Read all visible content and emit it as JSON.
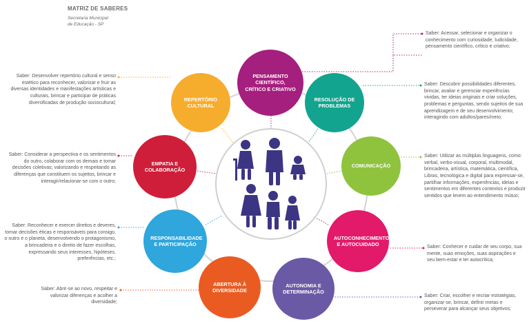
{
  "header": {
    "title": "MATRIZ DE SABERES",
    "subtitle_line1": "Secretaria Municipal",
    "subtitle_line2": "de Educação - SP"
  },
  "colors": {
    "pensamento": "#a51f7e",
    "resolucao": "#12a48f",
    "comunicacao": "#8fc33d",
    "autoconhecimento": "#e3196a",
    "autonomia": "#6a5aa6",
    "abertura": "#ea5b22",
    "responsabilidade": "#2fa6dc",
    "empatia": "#cf1e3a",
    "repertorio": "#f6ac2d",
    "ring": "#d3d3d3",
    "figures": "#3c3584"
  },
  "nodes": {
    "pensamento": "PENSAMENTO CIENTÍFICO, CRÍTICO E CRIATIVO",
    "resolucao": "RESOLUÇÃO DE PROBLEMAS",
    "comunicacao": "COMUNICAÇÃO",
    "autoconhecimento": "AUTOCONHECIMENTO E AUTOCUIDADO",
    "autonomia": "AUTONOMIA E DETERMINAÇÃO",
    "abertura": "ABERTURA À DIVERSIDADE",
    "responsabilidade": "RESPONSABILIDADE E PARTICIPAÇÃO",
    "empatia": "EMPATIA E COLABORAÇÃO",
    "repertorio": "REPERTÓRIO CULTURAL"
  },
  "texts": {
    "pensamento": "Saber: Acessar, selecionar e organizar o conhecimento com curiosidade, ludicidade, pensamento científico, crítico e criativo;",
    "resolucao": "Saber: Descobrir possibilidades diferentes, brincar, avaliar e gerenciar experiências vividas, ter ideias originais e criar soluções, problemas e perguntas, sendo sujeitos de sua aprendizagem e de seu desenvolvimento; interagindo com adultos/pares/meio;",
    "comunicacao": "Saber: Utilizar as múltiplas linguagens, como: verbal, verbo-visual, corporal, multimodal, brincadeira, artística, matemática, científica, Libras, tecnológica e digital para expressar-se, partilhar informações, experiências, ideias e sentimentos em diferentes contextos e produzir sentidos que levem ao entendimento mútuo;",
    "autoconhecimento": "Saber: Conhecer e cuidar de seu corpo, sua mente, suas emoções, suas aspirações e seu bem-estar e ter autocrítica;",
    "autonomia": "Saber: Criar, escolher e recriar estratégias, organizar-se, brincar, definir metas e perseverar para alcançar seus objetivos;",
    "abertura": "Saber: Abrir-se ao novo, respeitar e valorizar diferenças e acolher a diversidade;",
    "responsabilidade": "Saber: Reconhecer e exercer direitos e deveres, tomar decisões éticas e responsáveis para consigo, o outro e o planeta, desenvolvendo o protagonismo, a brincadeira e o direito de fazer escolhas, expressando seus interesses, hipóteses, preferências, etc.;",
    "empatia": "Saber: Considerar a perspectiva e os sentimentos do outro, colaborar com os demais e tomar decisões coletivas; valorizando e respeitando as diferenças que constituem os sujeitos, brincar e interagir/relacionar-se com o outro;",
    "repertorio": "Saber: Desenvolver repertório cultural e senso estético para reconhecer, valorizar e fruir as diversas identidades e manifestações artísticas e culturais, brincar e participar de práticas diversificadas de produção sociocultural;"
  }
}
